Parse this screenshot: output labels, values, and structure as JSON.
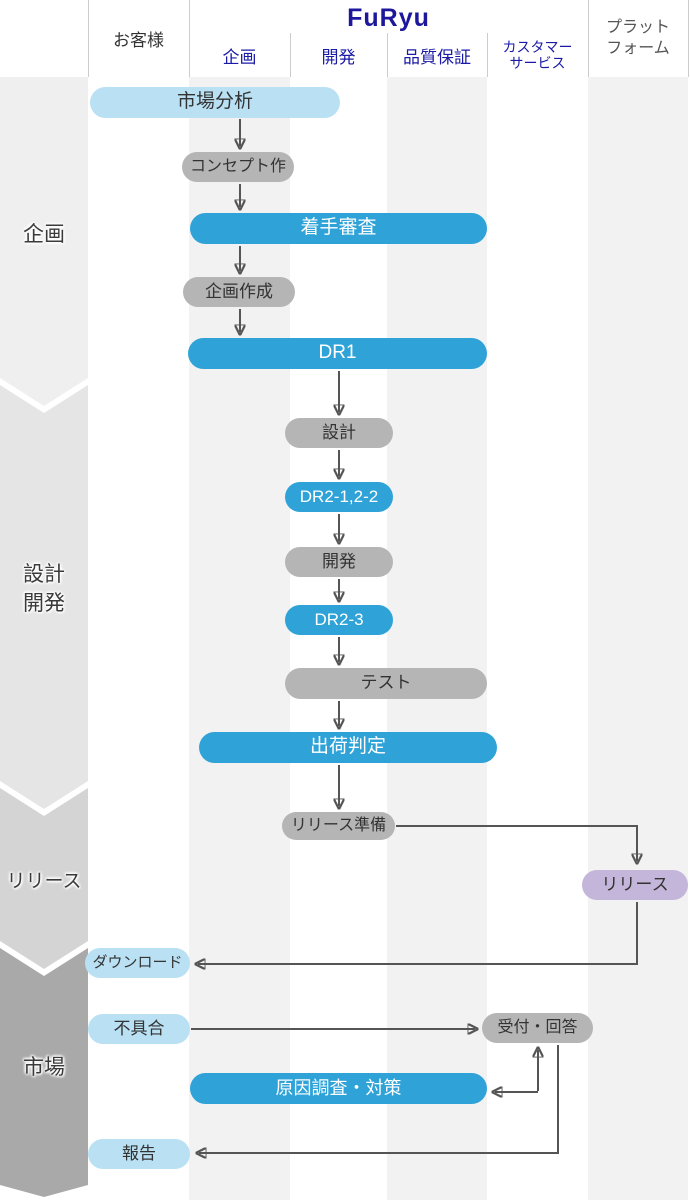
{
  "header": {
    "customer": "お客様",
    "brand": "FuRyu",
    "depts": [
      "企画",
      "開発",
      "品質保証",
      "カスタマー\nサービス"
    ],
    "platform": "プラット\nフォーム"
  },
  "phases": [
    "企画",
    "設計\n開発",
    "リリース",
    "市場"
  ],
  "nodes": {
    "market_analysis": "市場分析",
    "concept": "コンセプト作",
    "start_review": "着手審査",
    "plan_create": "企画作成",
    "dr1": "DR1",
    "design": "設計",
    "dr2_12": "DR2-1,2-2",
    "develop": "開発",
    "dr2_3": "DR2-3",
    "test": "テスト",
    "ship_judge": "出荷判定",
    "release_prep": "リリース準備",
    "release": "リリース",
    "download": "ダウンロード",
    "defect": "不具合",
    "reception": "受付・回答",
    "cause_action": "原因調査・対策",
    "report": "報告"
  },
  "colors": {
    "brand_navy": "#1d189b",
    "dept_blue": "#1a1aa6",
    "node_blue": "#2fa3d8",
    "node_lightblue": "#b9e1f3",
    "node_gray": "#b5b5b5",
    "node_purple": "#c4b6da",
    "arrow_gray": "#555555",
    "divider_gray": "#cccccc",
    "band_plan": "#efefef",
    "band_design": "#e5e5e5",
    "band_release": "#d4d4d4",
    "band_market": "#a9a9a9",
    "column_stripe": "#f2f2f2"
  }
}
